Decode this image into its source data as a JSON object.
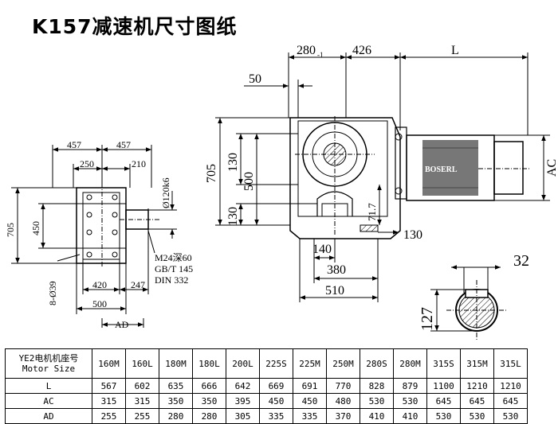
{
  "title": "K157减速机尺寸图纸",
  "left_view": {
    "dims": {
      "w457a": "457",
      "w457b": "457",
      "w250": "250",
      "w210": "210",
      "shaft": "Ø120k6",
      "h705": "705",
      "h450": "450",
      "holes": "8-Ø39",
      "w420": "420",
      "w247": "247",
      "w500": "500",
      "ad": "AD"
    },
    "note": [
      "M24深60",
      "GB/T 145",
      "DIN 332"
    ]
  },
  "main_view": {
    "dims": {
      "d280": "280",
      "d280_tol": "-1",
      "d426": "426",
      "dL": "L",
      "d50": "50",
      "d705": "705",
      "d130a": "130",
      "d500": "500",
      "d130b": "130",
      "d71": "71.7",
      "d130c": "130",
      "d140": "140",
      "d380": "380",
      "d510": "510",
      "dAC": "AC"
    },
    "brand": "BOSERL"
  },
  "shaft_detail": {
    "d32": "32",
    "d127": "127"
  },
  "table": {
    "header_line1": "YE2电机机座号",
    "header_line2": "Motor Size",
    "columns": [
      "160M",
      "160L",
      "180M",
      "180L",
      "200L",
      "225S",
      "225M",
      "250M",
      "280S",
      "280M",
      "315S",
      "315M",
      "315L"
    ],
    "rows": [
      {
        "label": "L",
        "values": [
          "567",
          "602",
          "635",
          "666",
          "642",
          "669",
          "691",
          "770",
          "828",
          "879",
          "1100",
          "1210",
          "1210"
        ]
      },
      {
        "label": "AC",
        "values": [
          "315",
          "315",
          "350",
          "350",
          "395",
          "450",
          "450",
          "480",
          "530",
          "530",
          "645",
          "645",
          "645"
        ]
      },
      {
        "label": "AD",
        "values": [
          "255",
          "255",
          "280",
          "280",
          "305",
          "335",
          "335",
          "370",
          "410",
          "410",
          "530",
          "530",
          "530"
        ]
      }
    ]
  }
}
